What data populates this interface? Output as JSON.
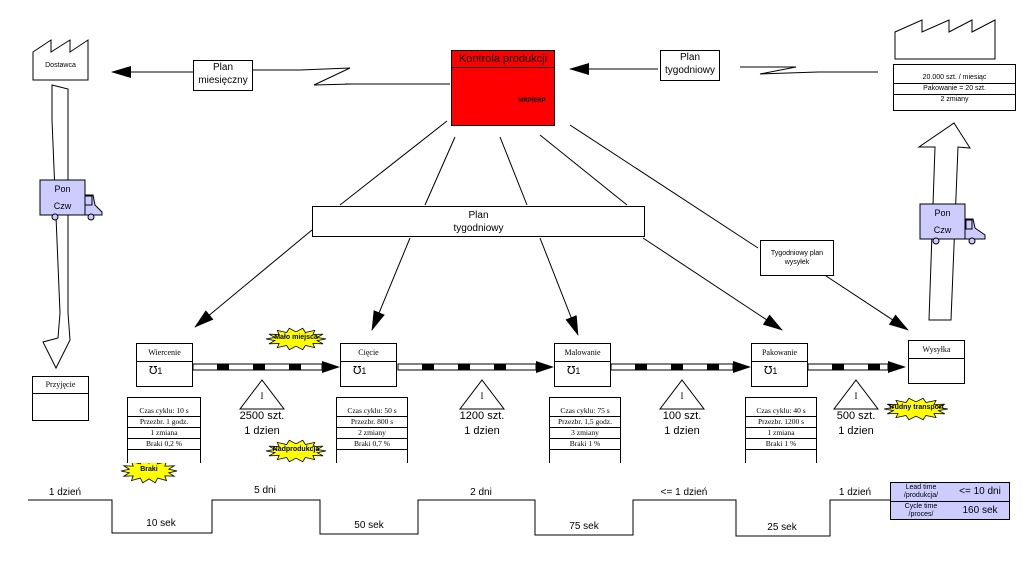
{
  "supplier": {
    "label": "Dostawca"
  },
  "customer": {
    "rows": [
      "20.000 szt. / miesiąc",
      "Pakowanie = 20 szt.",
      "2 zmiany"
    ]
  },
  "control": {
    "title": "Kontrola produkcji",
    "system": "MRP/ERP",
    "color": "#ff0000"
  },
  "plans": {
    "monthly": [
      "Plan",
      "miesięczny"
    ],
    "weekly_customer": [
      "Plan",
      "tygodniowy"
    ],
    "weekly_production": [
      "Plan",
      "tygodniowy"
    ],
    "weekly_shipping": [
      "Tygodniowy plan",
      "wysyłek"
    ]
  },
  "trucks": {
    "inbound": [
      "Pon",
      "Czw"
    ],
    "outbound": [
      "Pon",
      "Czw"
    ],
    "color": "#ccccff"
  },
  "receiving": {
    "label": "Przyjęcie"
  },
  "shipping": {
    "label": "Wysyłka"
  },
  "processes": [
    {
      "name": "Wiercenie",
      "operators": "1",
      "data": [
        "Czas cyklu: 10 s",
        "Przezbr. 1 godz.",
        "1 zmiana",
        "Braki 0,2 %"
      ]
    },
    {
      "name": "Cięcie",
      "operators": "1",
      "data": [
        "Czas cyklu: 50 s",
        "Przezbr. 800 s",
        "2 zmiany",
        "Braki 0,7 %"
      ]
    },
    {
      "name": "Malowanie",
      "operators": "1",
      "data": [
        "Czas cyklu: 75 s",
        "Przezbr. 1,5 godz.",
        "3 zmiany",
        "Braki 1 %"
      ]
    },
    {
      "name": "Pakowanie",
      "operators": "1",
      "data": [
        "Czas cyklu: 40 s",
        "Przezbr. 1200 s",
        "1 zmiana",
        "Braki 1 %"
      ]
    }
  ],
  "inventories": [
    {
      "symbol": "I",
      "qty": "2500 szt.",
      "time": "1 dzien"
    },
    {
      "symbol": "I",
      "qty": "1200 szt.",
      "time": "1 dzien"
    },
    {
      "symbol": "I",
      "qty": "100 szt.",
      "time": "1 dzien"
    },
    {
      "symbol": "I",
      "qty": "500 szt.",
      "time": "1 dzien"
    }
  ],
  "kaizen_bursts": [
    {
      "label": "Mało miejsca"
    },
    {
      "label": "Nadprodukcja"
    },
    {
      "label": "Braki"
    },
    {
      "label": "Trudny transport"
    }
  ],
  "burst_color": "#ffff00",
  "timeline": {
    "wait": [
      "1 dzień",
      "5 dni",
      "2 dni",
      "<= 1 dzień",
      "1 dzień"
    ],
    "process": [
      "10 sek",
      "50 sek",
      "75 sek",
      "25 sek"
    ]
  },
  "summary": {
    "lead_time_label": [
      "Lead time",
      "/produkcja/"
    ],
    "lead_time_value": "<= 10 dni",
    "cycle_time_label": [
      "Cycle time",
      "/proces/"
    ],
    "cycle_time_value": "160 sek",
    "color": "#ccccff"
  }
}
